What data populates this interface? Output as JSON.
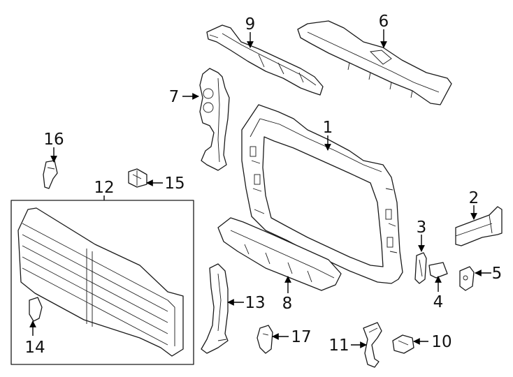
{
  "diagram": {
    "callouts": [
      {
        "id": "c1",
        "label": "1"
      },
      {
        "id": "c2",
        "label": "2"
      },
      {
        "id": "c3",
        "label": "3"
      },
      {
        "id": "c4",
        "label": "4"
      },
      {
        "id": "c5",
        "label": "5"
      },
      {
        "id": "c6",
        "label": "6"
      },
      {
        "id": "c7",
        "label": "7"
      },
      {
        "id": "c8",
        "label": "8"
      },
      {
        "id": "c9",
        "label": "9"
      },
      {
        "id": "c10",
        "label": "10"
      },
      {
        "id": "c11",
        "label": "11"
      },
      {
        "id": "c12",
        "label": "12"
      },
      {
        "id": "c13",
        "label": "13"
      },
      {
        "id": "c14",
        "label": "14"
      },
      {
        "id": "c15",
        "label": "15"
      },
      {
        "id": "c16",
        "label": "16"
      },
      {
        "id": "c17",
        "label": "17"
      }
    ],
    "colors": {
      "line": "#1a1a1a",
      "background": "#ffffff"
    }
  }
}
